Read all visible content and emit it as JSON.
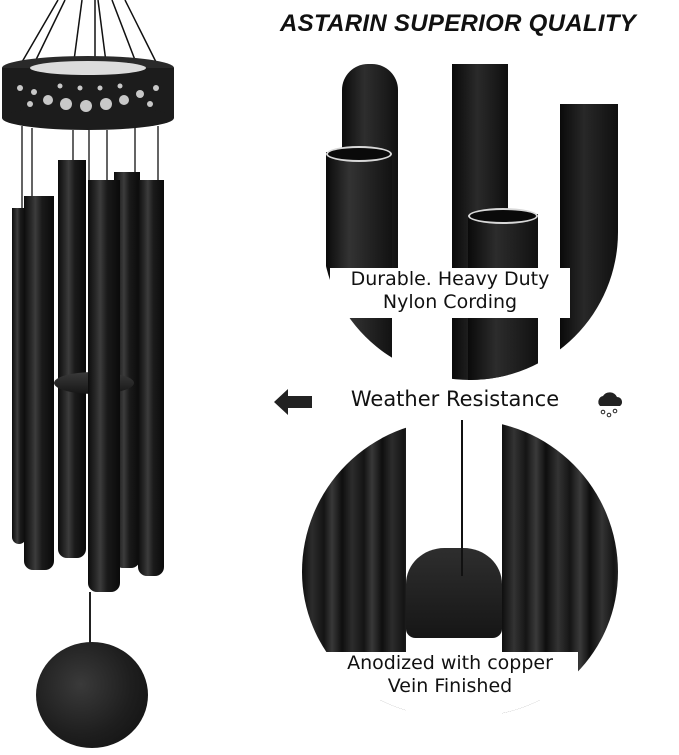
{
  "header": {
    "title": "ASTARIN SUPERIOR QUALITY"
  },
  "features": [
    {
      "id": "cording",
      "label_line1": "Durable. Heavy Duty",
      "label_line2": "Nylon Cording"
    },
    {
      "id": "weather",
      "label": "Weather Resistance",
      "icon": "rain-cloud-icon"
    },
    {
      "id": "finish",
      "label_line1": "Anodized with copper",
      "label_line2": "Vein Finished"
    }
  ],
  "icons": {
    "pointer": "arrow-left-icon",
    "weather": "rain-cloud-icon"
  },
  "colors": {
    "background": "#ffffff",
    "product": "#111111",
    "text": "#111111",
    "accent_metal": "#c8c8c8"
  }
}
